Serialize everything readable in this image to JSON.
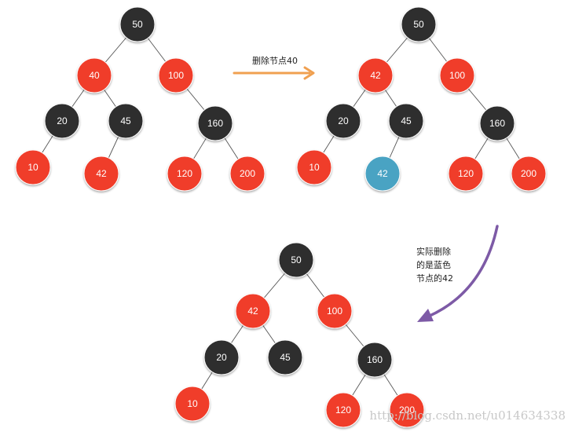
{
  "colors": {
    "black_node": "#2e2e2e",
    "red_node": "#f03c2a",
    "blue_node": "#4aa3c3",
    "edge": "#555555",
    "arrow_orange": "#f0a050",
    "arrow_purple": "#7d5aa6"
  },
  "trees": [
    {
      "name": "tree-before",
      "nodes": {
        "n50": {
          "label": "50",
          "color": "black"
        },
        "n40": {
          "label": "40",
          "color": "red"
        },
        "n100": {
          "label": "100",
          "color": "red"
        },
        "n20": {
          "label": "20",
          "color": "black"
        },
        "n45": {
          "label": "45",
          "color": "black"
        },
        "n160": {
          "label": "160",
          "color": "black"
        },
        "n10": {
          "label": "10",
          "color": "red"
        },
        "n42": {
          "label": "42",
          "color": "red"
        },
        "n120": {
          "label": "120",
          "color": "red"
        },
        "n200": {
          "label": "200",
          "color": "red"
        }
      },
      "edges": [
        [
          "n50",
          "n40"
        ],
        [
          "n50",
          "n100"
        ],
        [
          "n40",
          "n20"
        ],
        [
          "n40",
          "n45"
        ],
        [
          "n20",
          "n10"
        ],
        [
          "n45",
          "n42"
        ],
        [
          "n100",
          "n160"
        ],
        [
          "n160",
          "n120"
        ],
        [
          "n160",
          "n200"
        ]
      ]
    },
    {
      "name": "tree-replaced",
      "nodes": {
        "n50": {
          "label": "50",
          "color": "black"
        },
        "n42a": {
          "label": "42",
          "color": "red"
        },
        "n100": {
          "label": "100",
          "color": "red"
        },
        "n20": {
          "label": "20",
          "color": "black"
        },
        "n45": {
          "label": "45",
          "color": "black"
        },
        "n160": {
          "label": "160",
          "color": "black"
        },
        "n10": {
          "label": "10",
          "color": "red"
        },
        "n42b": {
          "label": "42",
          "color": "blue"
        },
        "n120": {
          "label": "120",
          "color": "red"
        },
        "n200": {
          "label": "200",
          "color": "red"
        }
      },
      "edges": [
        [
          "n50",
          "n42a"
        ],
        [
          "n50",
          "n100"
        ],
        [
          "n42a",
          "n20"
        ],
        [
          "n42a",
          "n45"
        ],
        [
          "n20",
          "n10"
        ],
        [
          "n45",
          "n42b"
        ],
        [
          "n100",
          "n160"
        ],
        [
          "n160",
          "n120"
        ],
        [
          "n160",
          "n200"
        ]
      ]
    },
    {
      "name": "tree-after",
      "nodes": {
        "n50": {
          "label": "50",
          "color": "black"
        },
        "n42": {
          "label": "42",
          "color": "red"
        },
        "n100": {
          "label": "100",
          "color": "red"
        },
        "n20": {
          "label": "20",
          "color": "black"
        },
        "n45": {
          "label": "45",
          "color": "black"
        },
        "n160": {
          "label": "160",
          "color": "black"
        },
        "n10": {
          "label": "10",
          "color": "red"
        },
        "n120": {
          "label": "120",
          "color": "red"
        },
        "n200": {
          "label": "200",
          "color": "red"
        }
      },
      "edges": [
        [
          "n50",
          "n42"
        ],
        [
          "n50",
          "n100"
        ],
        [
          "n42",
          "n20"
        ],
        [
          "n42",
          "n45"
        ],
        [
          "n20",
          "n10"
        ],
        [
          "n100",
          "n160"
        ],
        [
          "n160",
          "n120"
        ],
        [
          "n160",
          "n200"
        ]
      ]
    }
  ],
  "annotations": {
    "delete_caption": "删除节点40",
    "actual_delete_lines": [
      "实际删除",
      "的是蓝色",
      "节点的42"
    ]
  },
  "watermark": "http://blog.csdn.net/u014634338"
}
